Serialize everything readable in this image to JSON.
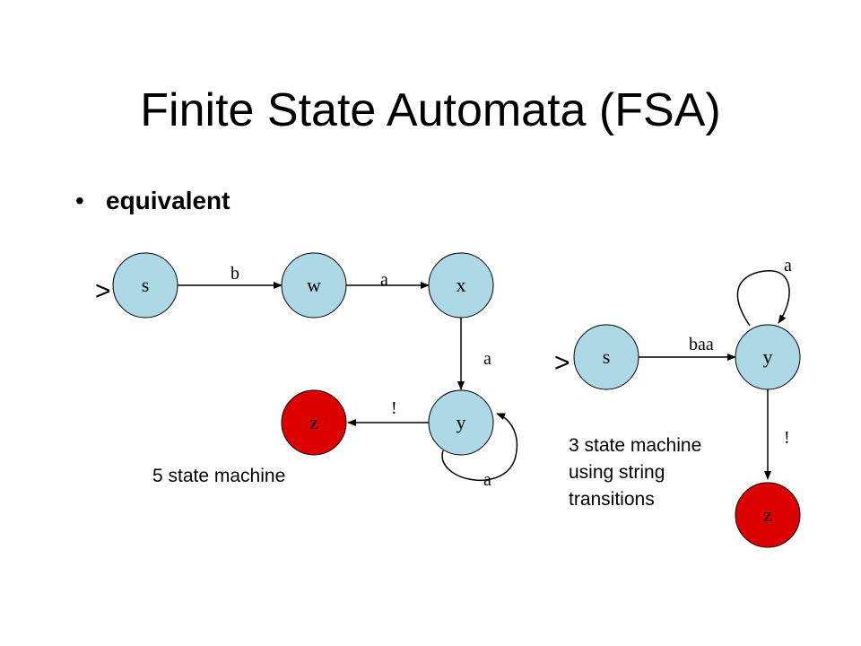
{
  "slide": {
    "title": "Finite State Automata (FSA)",
    "bullet": "equivalent"
  },
  "colors": {
    "state_fill": "#add8e6",
    "final_state_fill": "#dd0000",
    "stroke": "#000000"
  },
  "left_machine": {
    "caption": "5 state machine",
    "start_marker": ">",
    "states": [
      {
        "id": "s",
        "label": "s",
        "final": false
      },
      {
        "id": "w",
        "label": "w",
        "final": false
      },
      {
        "id": "x",
        "label": "x",
        "final": false
      },
      {
        "id": "y",
        "label": "y",
        "final": false
      },
      {
        "id": "z",
        "label": "z",
        "final": true
      }
    ],
    "transitions": [
      {
        "from": "s",
        "to": "w",
        "label": "b"
      },
      {
        "from": "w",
        "to": "x",
        "label": "a"
      },
      {
        "from": "x",
        "to": "y",
        "label": "a"
      },
      {
        "from": "y",
        "to": "z",
        "label": "!"
      },
      {
        "from": "y",
        "to": "y",
        "label": "a"
      }
    ]
  },
  "right_machine": {
    "caption_lines": [
      "3 state machine",
      "using string",
      "transitions"
    ],
    "start_marker": ">",
    "states": [
      {
        "id": "s",
        "label": "s",
        "final": false
      },
      {
        "id": "y",
        "label": "y",
        "final": false
      },
      {
        "id": "z",
        "label": "z",
        "final": true
      }
    ],
    "transitions": [
      {
        "from": "s",
        "to": "y",
        "label": "baa"
      },
      {
        "from": "y",
        "to": "y",
        "label": "a"
      },
      {
        "from": "y",
        "to": "z",
        "label": "!"
      }
    ]
  }
}
